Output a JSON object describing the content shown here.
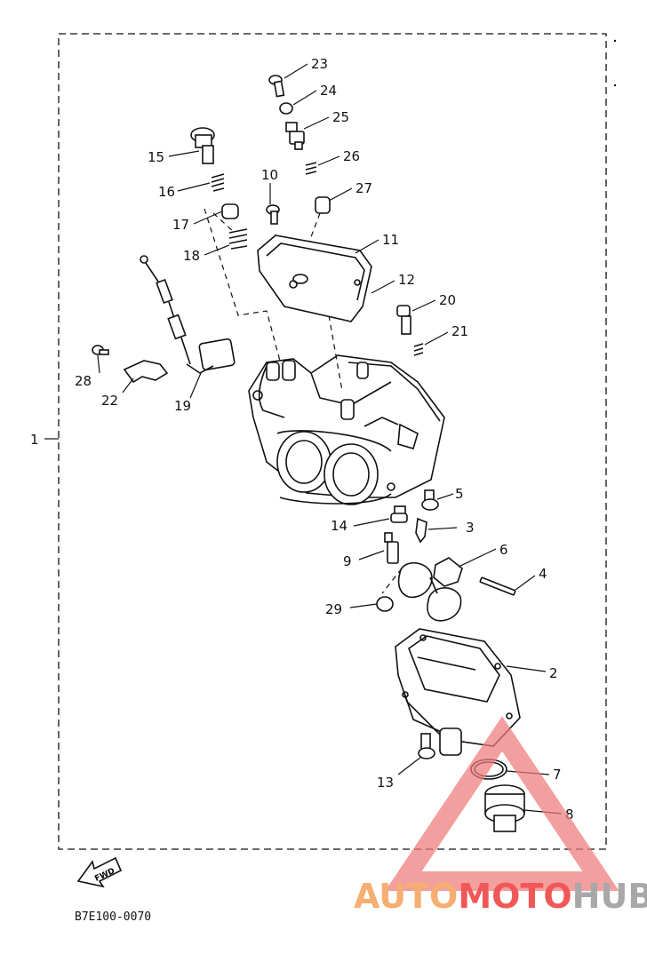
{
  "diagram": {
    "assembly_ref": "1",
    "part_numbers": [
      "2",
      "3",
      "4",
      "5",
      "6",
      "7",
      "8",
      "9",
      "10",
      "11",
      "12",
      "13",
      "14",
      "15",
      "16",
      "17",
      "18",
      "19",
      "20",
      "21",
      "22",
      "23",
      "24",
      "25",
      "26",
      "27",
      "28",
      "29"
    ],
    "fwd_label": "FWD",
    "drawing_code": "B7E100-0070"
  },
  "watermark": {
    "brand_part1": "AUTO",
    "brand_part2": "MOTO",
    "brand_part3": "HUB",
    "colors": {
      "orange": "#f5a05a",
      "red": "#ee3b3b",
      "gray": "#9a9a9a",
      "triangle": "#f07a7a"
    }
  }
}
